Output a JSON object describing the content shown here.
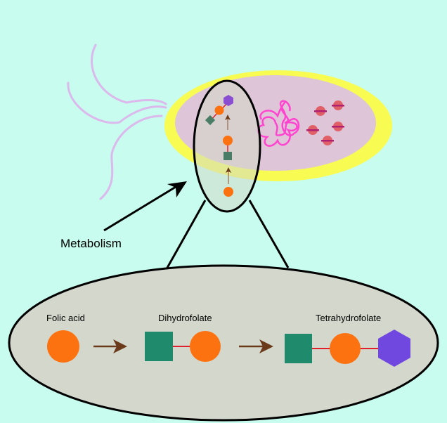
{
  "labels": {
    "metabolism": "Metabolism",
    "folic_acid": "Folic acid",
    "dihydrofolate": "Dihydrofolate",
    "tetrahydrofolate": "Tetrahydrofolate"
  },
  "colors": {
    "background": "#c8fcee",
    "cell_wall": "#f8fb52",
    "cytoplasm": "#dfc5d8",
    "flagella": "#dbb9ec",
    "dna": "#ff44d0",
    "ribosome": "#e06068",
    "ribosome_bar": "#b02070",
    "pterin_circle": "#fd7210",
    "paba_square": "#1f8a6c",
    "glutamate_hexagon": "#7048e0",
    "bond": "#e0202e",
    "reaction_arrow": "#6b3a1a",
    "zoom_ellipse": "#d4d8cc"
  }
}
